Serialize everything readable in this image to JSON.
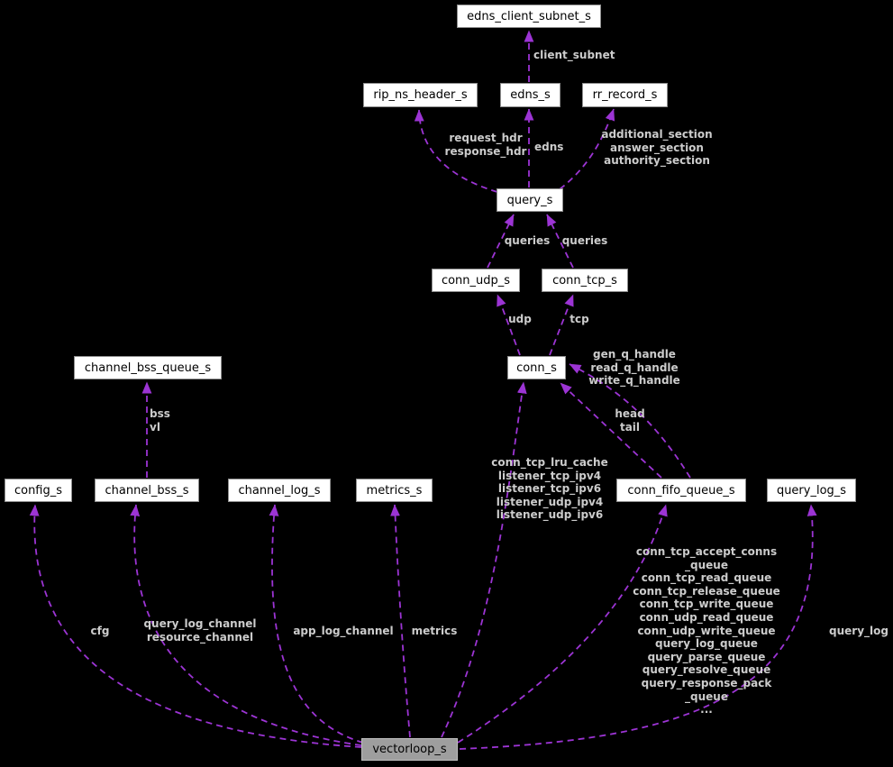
{
  "diagram": {
    "title": "vectorloop_s collaboration diagram",
    "background_color": "#000000",
    "edge_color": "#9c34d4",
    "edge_label_color": "#cccccc",
    "node_fill": "#ffffff",
    "node_border": "#8f8f8f",
    "main_node_fill": "#9e9e9e"
  },
  "nodes": [
    {
      "label": "edns_client_subnet_s"
    },
    {
      "label": "rip_ns_header_s"
    },
    {
      "label": "edns_s"
    },
    {
      "label": "rr_record_s"
    },
    {
      "label": "query_s"
    },
    {
      "label": "conn_udp_s"
    },
    {
      "label": "conn_tcp_s"
    },
    {
      "label": "channel_bss_queue_s"
    },
    {
      "label": "conn_s"
    },
    {
      "label": "config_s"
    },
    {
      "label": "channel_bss_s"
    },
    {
      "label": "channel_log_s"
    },
    {
      "label": "metrics_s"
    },
    {
      "label": "conn_fifo_queue_s"
    },
    {
      "label": "query_log_s"
    },
    {
      "label": "vectorloop_s"
    }
  ],
  "edge_labels": [
    {
      "text": "client_subnet"
    },
    {
      "text": "request_hdr\nresponse_hdr"
    },
    {
      "text": "edns"
    },
    {
      "text": "additional_section\nanswer_section\nauthority_section"
    },
    {
      "text": "queries"
    },
    {
      "text": "queries"
    },
    {
      "text": "udp"
    },
    {
      "text": "tcp"
    },
    {
      "text": "gen_q_handle\nread_q_handle\nwrite_q_handle"
    },
    {
      "text": "bss\nvl"
    },
    {
      "text": "head\ntail"
    },
    {
      "text": "conn_tcp_lru_cache\nlistener_tcp_ipv4\nlistener_tcp_ipv6\nlistener_udp_ipv4\nlistener_udp_ipv6"
    },
    {
      "text": "cfg"
    },
    {
      "text": "query_log_channel\nresource_channel"
    },
    {
      "text": "app_log_channel"
    },
    {
      "text": "metrics"
    },
    {
      "text": "conn_tcp_accept_conns\n_queue\nconn_tcp_read_queue\nconn_tcp_release_queue\nconn_tcp_write_queue\nconn_udp_read_queue\nconn_udp_write_queue\nquery_log_queue\nquery_parse_queue\nquery_resolve_queue\nquery_response_pack\n_queue\n..."
    },
    {
      "text": "query_log"
    }
  ]
}
